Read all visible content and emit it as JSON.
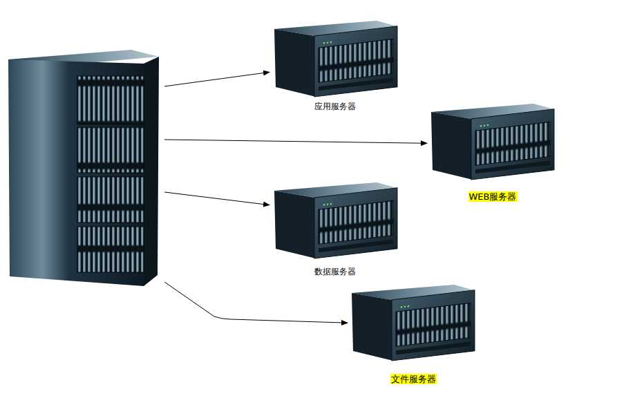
{
  "diagram": {
    "nodes": [
      {
        "text": []
      },
      {
        "text": [
          "应用服务器"
        ]
      },
      {
        "text": [
          "WEB服务器"
        ]
      },
      {
        "text": [
          "数据服务器"
        ]
      },
      {
        "text": [
          "文件服务器"
        ]
      }
    ],
    "edges": [
      {
        "from": 0,
        "to": 1,
        "arrow": "to"
      },
      {
        "from": 0,
        "to": 2,
        "arrow": "to"
      },
      {
        "from": 0,
        "to": 3,
        "arrow": "to"
      },
      {
        "from": 0,
        "to": 4,
        "arrow": "to"
      }
    ]
  }
}
